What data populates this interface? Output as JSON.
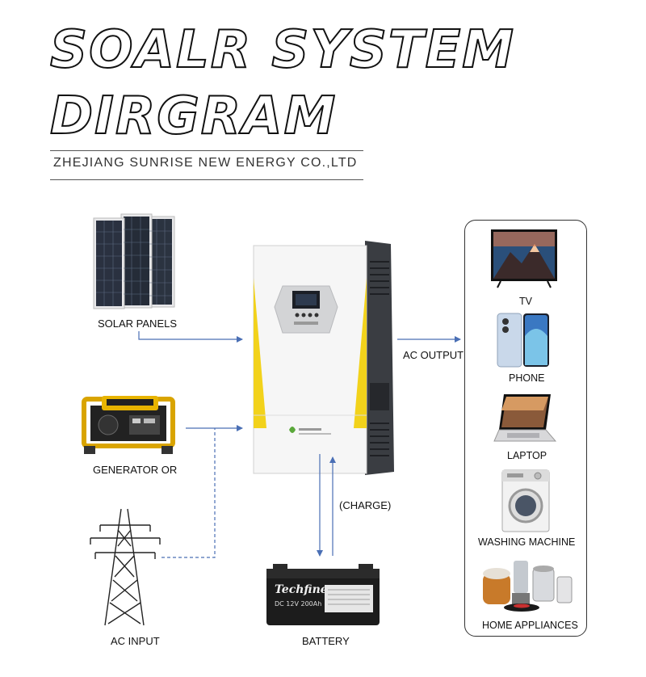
{
  "header": {
    "title_line1": "SOALR SYSTEM",
    "title_line2": "DIRGRAM",
    "company": "ZHEJIANG SUNRISE NEW ENERGY CO.,LTD"
  },
  "sources": {
    "solar": "SOLAR PANELS",
    "generator": "GENERATOR OR",
    "ac_input": "AC INPUT"
  },
  "center": {
    "ac_output": "AC OUTPUT",
    "charge": "(CHARGE)",
    "battery": "BATTERY",
    "battery_brand": "Techfine",
    "battery_spec": "DC 12V 200Ah"
  },
  "devices": {
    "tv": "TV",
    "phone": "PHONE",
    "laptop": "LAPTOP",
    "washing": "WASHING MACHINE",
    "home": "HOME APPLIANCES"
  },
  "colors": {
    "arrow": "#4a6fb5",
    "inverter_accent": "#f2d21b",
    "generator_accent": "#e8b400"
  }
}
